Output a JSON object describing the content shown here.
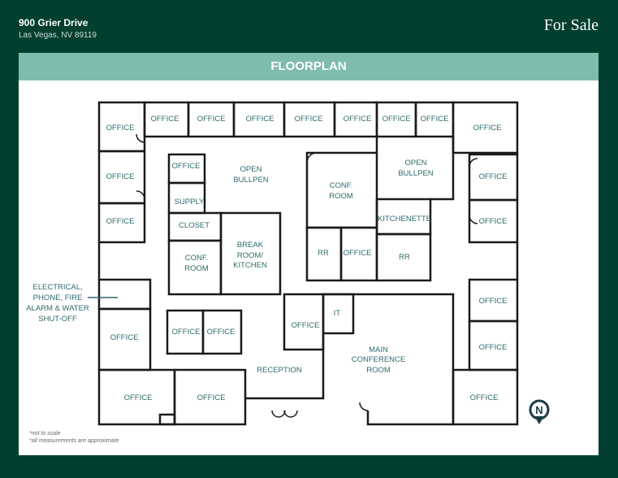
{
  "header": {
    "address_line1": "900 Grier Drive",
    "address_line2": "Las Vegas, NV 89119",
    "status": "For Sale"
  },
  "banner": {
    "title": "FLOORPLAN"
  },
  "colors": {
    "background": "#023f30",
    "banner": "#7fbcad",
    "label": "#2e6b6b"
  },
  "rooms": {
    "office": "OFFICE",
    "open_bullpen_1": "OPEN",
    "open_bullpen_2": "BULLPEN",
    "conf_1": "CONF.",
    "conf_2": "ROOM",
    "supply": "SUPPLY",
    "closet": "CLOSET",
    "kitchenette": "KITCHENETTE",
    "break_1": "BREAK",
    "break_2": "ROOM/",
    "break_3": "KITCHEN",
    "rr": "RR",
    "it": "IT",
    "main_1": "MAIN",
    "main_2": "CONFERENCE",
    "main_3": "ROOM",
    "reception": "RECEPTION"
  },
  "callout": {
    "lines": [
      "ELECTRICAL,",
      "PHONE, FIRE",
      "ALARM & WATER",
      "SHUT-OFF"
    ]
  },
  "notes": [
    "*not to scale",
    "*all measurements are approximate"
  ],
  "compass": {
    "icon": "north-arrow-icon",
    "letter": "N"
  }
}
